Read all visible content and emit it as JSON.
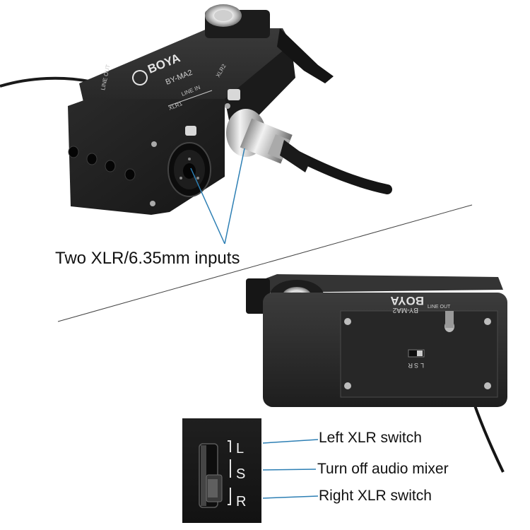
{
  "product": {
    "brand": "BOYA",
    "model": "BY-MA2",
    "port_labels": {
      "line_out": "LINE OUT",
      "line_in": "LINE IN",
      "xlr1": "XLR1",
      "xlr2": "XLR2"
    }
  },
  "callouts": {
    "inputs": "Two XLR/6.35mm inputs",
    "switch_left": "Left XLR switch",
    "switch_off": "Turn off audio mixer",
    "switch_right": "Right XLR switch"
  },
  "switch_letters": {
    "l": "L",
    "s": "S",
    "r": "R"
  },
  "colors": {
    "callout_line": "#2d7fb4",
    "device_body": "#2a2a2a",
    "background": "#ffffff"
  }
}
